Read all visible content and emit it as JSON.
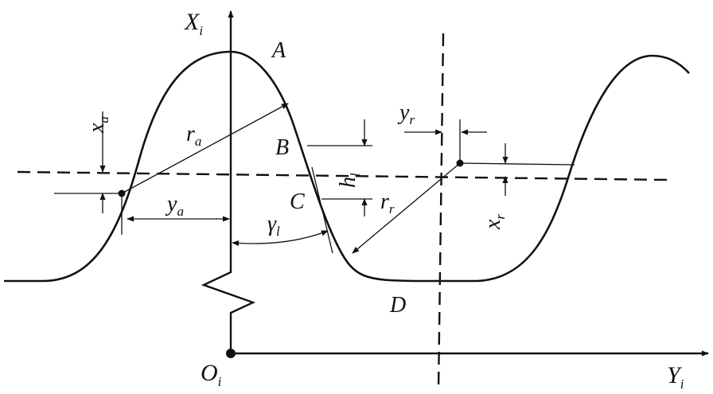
{
  "labels": {
    "Xi": {
      "main": "X",
      "sub": "i"
    },
    "Yi": {
      "main": "Y",
      "sub": "i"
    },
    "Oi": {
      "main": "O",
      "sub": "i"
    },
    "A": "A",
    "B": "B",
    "C": "C",
    "D": "D",
    "xa": {
      "main": "x",
      "sub": "a"
    },
    "ra": {
      "main": "r",
      "sub": "a"
    },
    "ya": {
      "main": "y",
      "sub": "a"
    },
    "gammal": {
      "main": "γ",
      "sub": "l"
    },
    "hl": {
      "main": "h",
      "sub": "l"
    },
    "rr": {
      "main": "r",
      "sub": "r"
    },
    "yr": {
      "main": "y",
      "sub": "r"
    },
    "xr": {
      "main": "x",
      "sub": "r"
    }
  }
}
